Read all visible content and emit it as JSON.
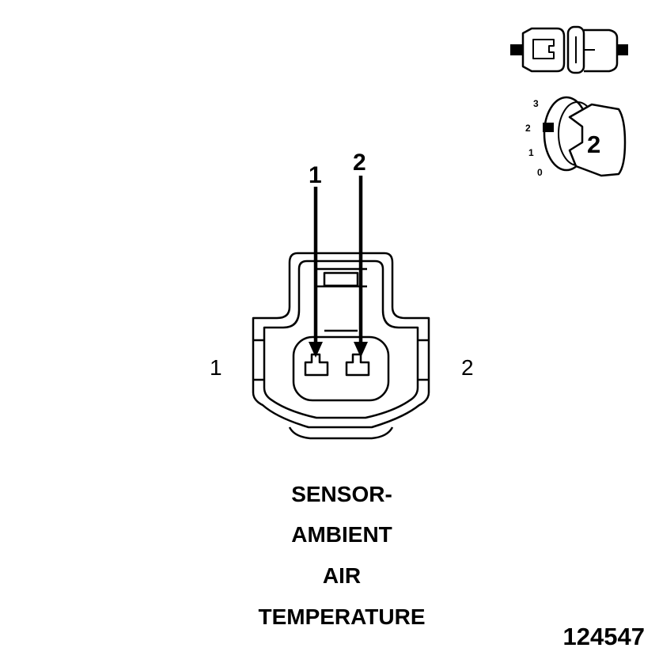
{
  "connector": {
    "pin_callouts": [
      "1",
      "2"
    ],
    "side_labels": {
      "left": "1",
      "right": "2"
    }
  },
  "inset_position": {
    "scale": [
      "3",
      "2",
      "1",
      "0"
    ],
    "selected": "2"
  },
  "caption": {
    "lines": [
      "SENSOR-",
      "AMBIENT",
      "AIR",
      "TEMPERATURE"
    ]
  },
  "figure_number": "124547"
}
